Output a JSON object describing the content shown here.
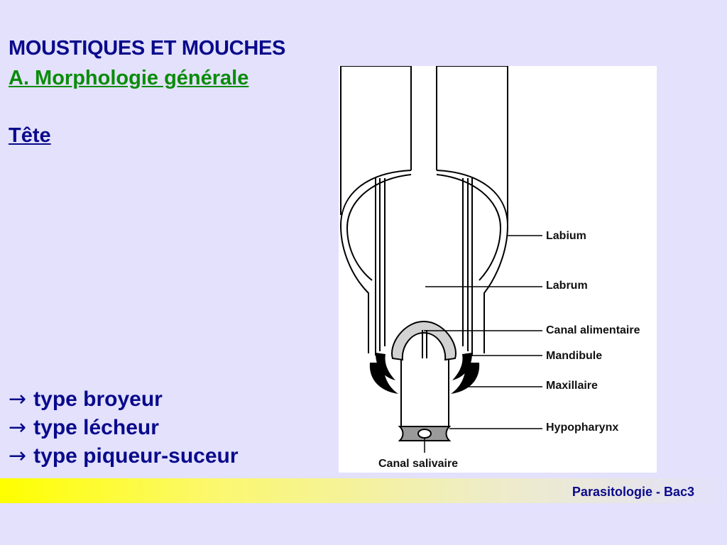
{
  "header": {
    "title": "MOUSTIQUES ET MOUCHES",
    "subtitle": "A. Morphologie générale",
    "section": "Tête"
  },
  "types": {
    "arrow": "→",
    "items": [
      "type broyeur",
      "type lécheur",
      "type piqueur-suceur"
    ]
  },
  "figure": {
    "labels": {
      "labium": "Labium",
      "labrum": "Labrum",
      "canal_alimentaire": "Canal alimentaire",
      "mandibule": "Mandibule",
      "maxillaire": "Maxillaire",
      "hypopharynx": "Hypopharynx",
      "canal_salivaire": "Canal salivaire"
    }
  },
  "footer": {
    "text": "Parasitologie - Bac3"
  },
  "colors": {
    "background": "#e3e1fc",
    "title": "#0a0a8c",
    "subtitle": "#0a8c0a",
    "band_start": "#ffff00"
  }
}
